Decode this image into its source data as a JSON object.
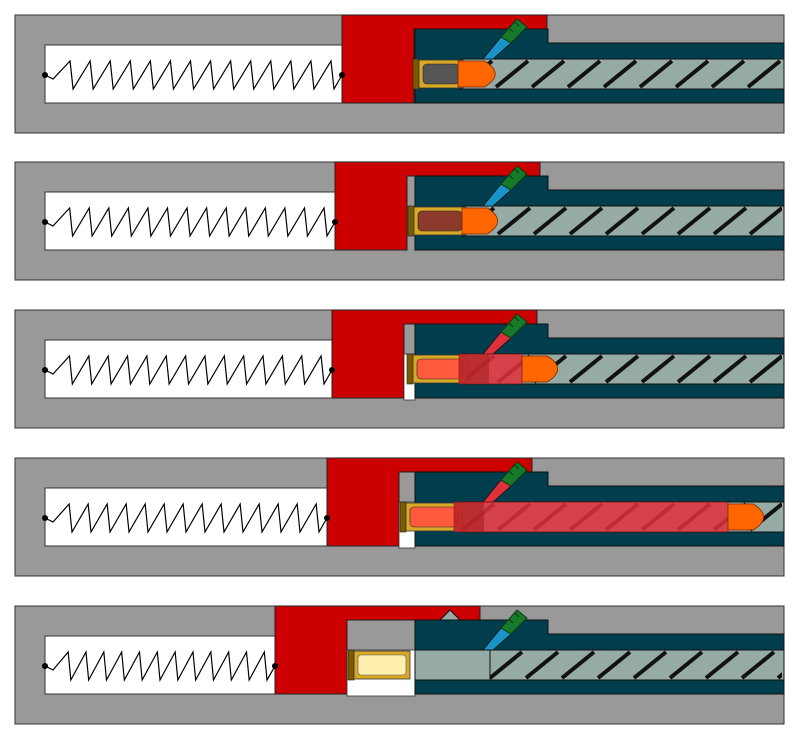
{
  "figure": {
    "panel_count": 5,
    "stages": [
      {
        "id": 1,
        "state": "cartridge-chambered",
        "powder": "unburnt",
        "gas": false,
        "bullet_in_bore": false,
        "case": "loaded",
        "gas_in_port": false
      },
      {
        "id": 2,
        "state": "ignition",
        "powder": "burning",
        "gas": false,
        "bullet_in_bore": false,
        "case": "loaded",
        "gas_in_port": false
      },
      {
        "id": 3,
        "state": "bullet-moving",
        "powder": "burning",
        "gas": true,
        "bullet_in_bore": true,
        "case": "loaded",
        "gas_in_port": true
      },
      {
        "id": 4,
        "state": "bullet-at-muzzle",
        "powder": "burning",
        "gas": true,
        "bullet_in_bore": true,
        "case": "loaded",
        "gas_in_port": true
      },
      {
        "id": 5,
        "state": "case-extracted",
        "powder": "none",
        "gas": false,
        "bullet_in_bore": false,
        "case": "empty",
        "gas_in_port": false
      }
    ]
  },
  "colors": {
    "receiver": "#999999",
    "bolt": "#cc0000",
    "barrel": "#003e4e",
    "bore": "#97aba6",
    "rifling": "#111111",
    "case": "#d9a827",
    "case_rim": "#7a5b00",
    "powder_unburnt": "#555555",
    "powder_burning": "#8b3a2c",
    "powder_hot": "#ff5a3c",
    "gas": "#e0303a",
    "bullet": "#ff6600",
    "gas_port": "#1a93c8",
    "piston": "#167a2a",
    "spring": "#000000",
    "empty_case": "#fff0b0"
  }
}
